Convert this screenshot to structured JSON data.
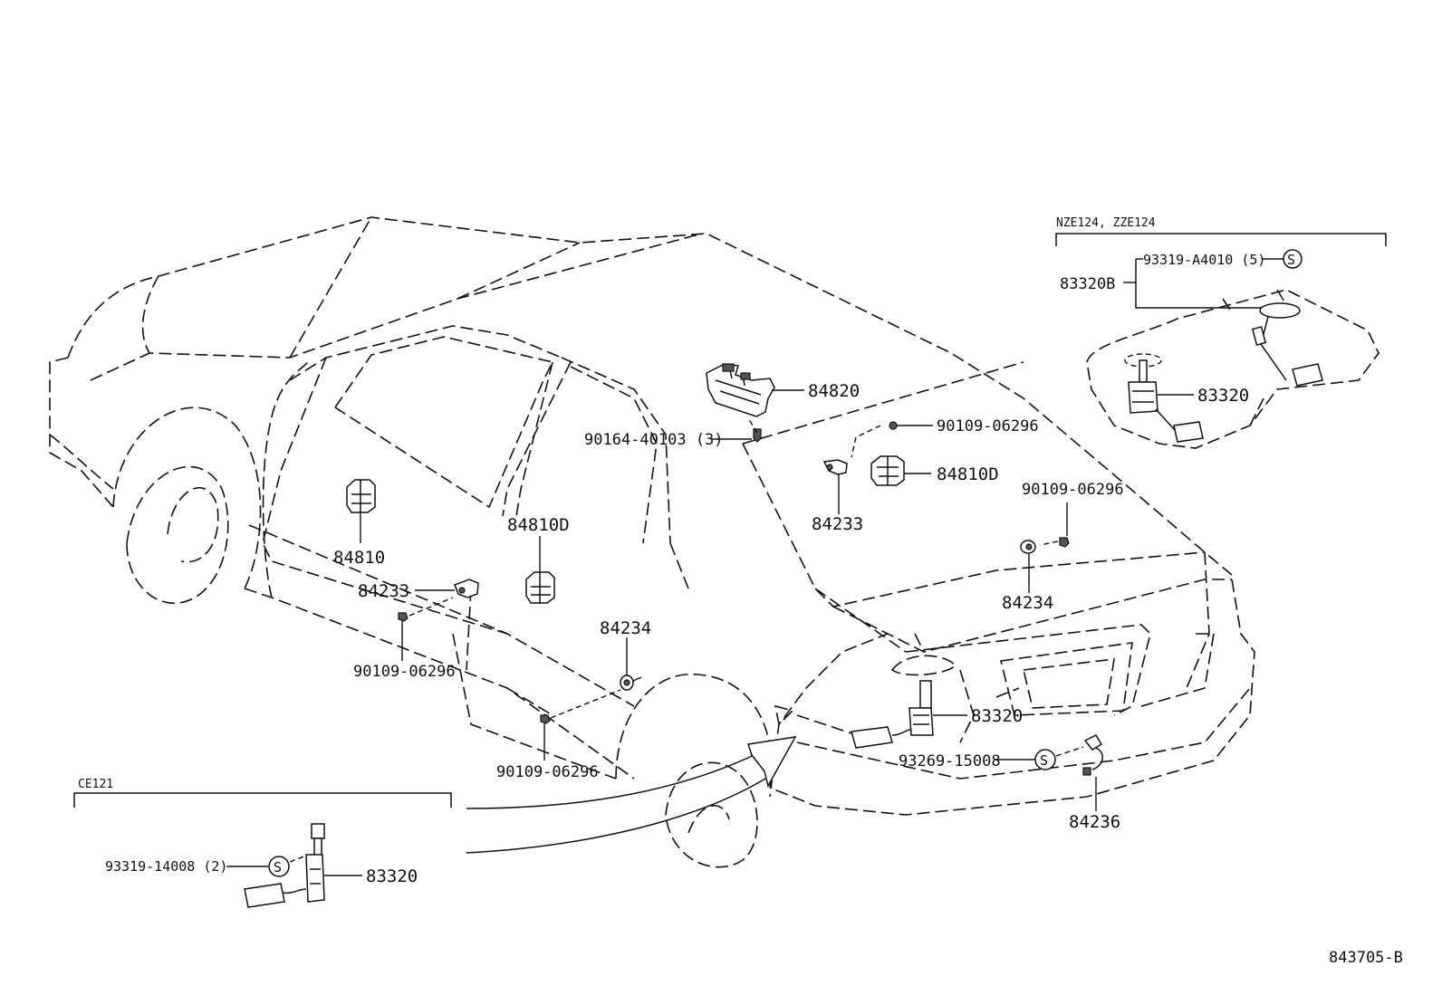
{
  "variants": {
    "nze_zze": "NZE124, ZZE124",
    "ce": "CE121"
  },
  "parts": {
    "p84820": "84820",
    "p90164_40103": "90164-40103 (3)",
    "p90109_a": "90109-06296",
    "p84233_right": "84233",
    "p84810D_right": "84810D",
    "p90109_b": "90109-06296",
    "p84234_right": "84234",
    "p84810": "84810",
    "p84810D_left": "84810D",
    "p84233_left": "84233",
    "p90109_c": "90109-06296",
    "p84234_mid": "84234",
    "p90109_d": "90109-06296",
    "p83320_main": "83320",
    "p93269_15008": "93269-15008",
    "p84236": "84236",
    "p83320B": "83320B",
    "p93319_A4010": "93319-A4010 (5)",
    "p83320_inset": "83320",
    "p93319_14008": "93319-14008 (2)",
    "p83320_ce": "83320"
  },
  "symbols": {
    "s_mark": "S"
  },
  "figure_id": "843705-B"
}
